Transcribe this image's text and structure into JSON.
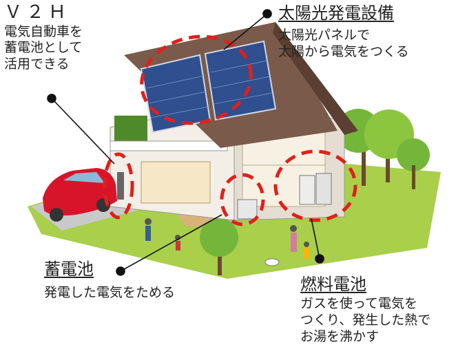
{
  "v2h": {
    "title": "Ｖ２Ｈ",
    "lines": [
      "電気自動車を",
      "蓄電池として",
      "活用できる"
    ]
  },
  "solar": {
    "title": "太陽光発電設備",
    "lines": [
      "太陽光パネルで",
      "太陽から電気をつくる"
    ]
  },
  "battery": {
    "title": "蓄電池",
    "lines": [
      "発電した電気をためる"
    ]
  },
  "fuel_cell": {
    "title": "燃料電池",
    "lines": [
      "ガスを使って電気を",
      "つくり、発生した熱で",
      "お湯を沸かす"
    ]
  },
  "colors": {
    "highlight": "#e0201b",
    "pointer": "#111111",
    "lawn": "#a9cf4b",
    "roof": "#7a5a4a",
    "panel": "#2f4f8f",
    "car": "#d8142a"
  }
}
